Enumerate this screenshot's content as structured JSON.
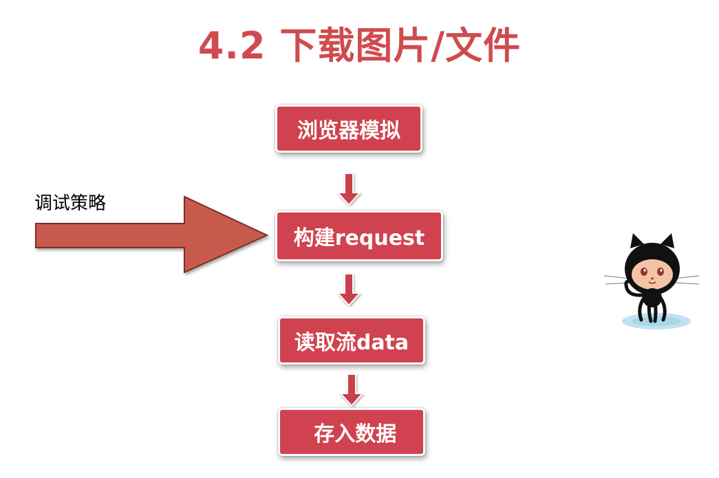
{
  "title": "4.2 下载图片/文件",
  "steps": [
    {
      "label": "浏览器模拟"
    },
    {
      "label": "构建request"
    },
    {
      "label": "读取流data"
    },
    {
      "label": " 存入数据"
    }
  ],
  "side_label": "调试策略",
  "colors": {
    "title": "#d04b4e",
    "box_fill": "#d0424f",
    "arrow_fill": "#c9414d",
    "big_arrow_fill": "#c85a4d"
  },
  "icons": [
    "down-arrow-icon",
    "right-arrow-icon",
    "octocat-icon"
  ]
}
